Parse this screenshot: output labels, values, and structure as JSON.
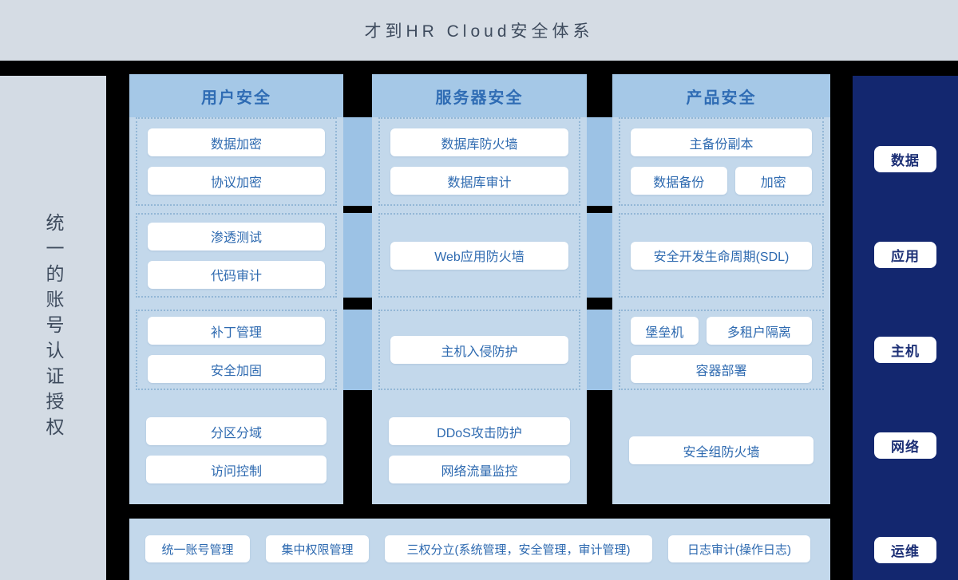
{
  "header": {
    "title": "才到HR Cloud安全体系"
  },
  "left_panel": {
    "vertical_label": "统一的账号认证授权"
  },
  "columns": [
    {
      "title": "用户安全",
      "rows": [
        {
          "items": [
            "数据加密",
            "协议加密"
          ]
        },
        {
          "items": [
            "渗透测试",
            "代码审计"
          ]
        },
        {
          "items": [
            "补丁管理",
            "安全加固"
          ]
        },
        {
          "items": [
            "分区分域",
            "访问控制"
          ]
        }
      ]
    },
    {
      "title": "服务器安全",
      "rows": [
        {
          "items": [
            "数据库防火墙",
            "数据库审计"
          ]
        },
        {
          "items": [
            "Web应用防火墙"
          ]
        },
        {
          "items": [
            "主机入侵防护"
          ]
        },
        {
          "items": [
            "DDoS攻击防护",
            "网络流量监控"
          ]
        }
      ]
    },
    {
      "title": "产品安全",
      "rows": [
        {
          "items": [
            "主备份副本",
            "数据备份",
            "加密"
          ]
        },
        {
          "items": [
            "安全开发生命周期(SDL)"
          ]
        },
        {
          "items": [
            "堡垒机",
            "多租户隔离",
            "容器部署"
          ]
        },
        {
          "items": [
            "安全组防火墙"
          ]
        }
      ]
    }
  ],
  "right_panel": {
    "items": [
      "数据",
      "应用",
      "主机",
      "网络",
      "运维"
    ]
  },
  "bottom_bar": {
    "items": [
      "统一账号管理",
      "集中权限管理",
      "三权分立(系统管理，安全管理，审计管理)",
      "日志审计(操作日志)"
    ]
  },
  "colors": {
    "background": "#000000",
    "header_bg": "#d5dce4",
    "panel_body": "#c3d8eb",
    "column_header_band": "#a5c8e7",
    "connector": "#9cc2e5",
    "navy_panel": "#13276f",
    "item_text_blue": "#2e6ab0",
    "heading_text": "#3e4b5d"
  }
}
